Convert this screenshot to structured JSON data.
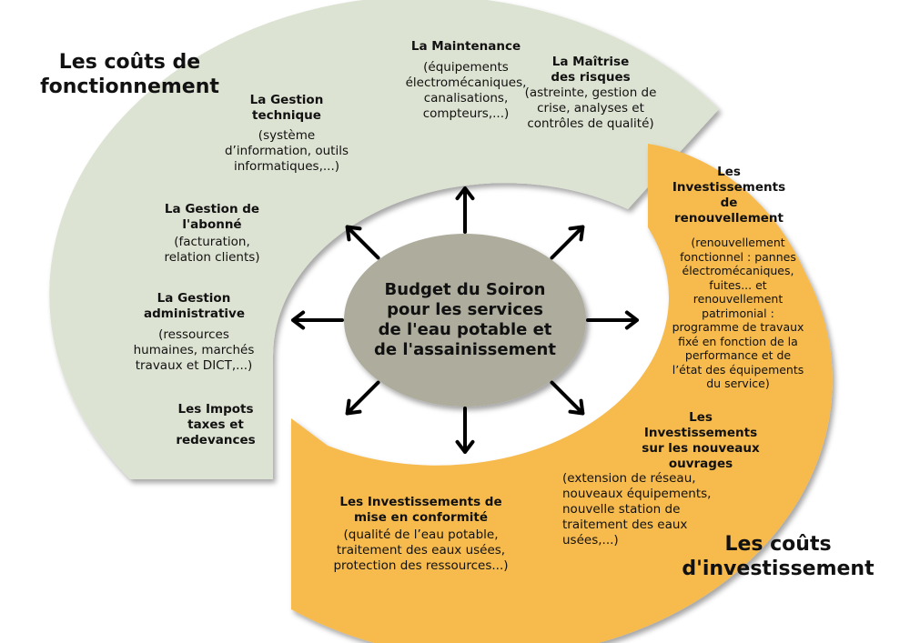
{
  "colors": {
    "fonctionnement_fill": "#dde3d2",
    "investissement_fill": "#f6ba4e",
    "center_fill": "#aeac9c",
    "arrow": "#000000"
  },
  "headings": {
    "fonctionnement": "Les coûts de fonctionnement",
    "investissement": "Les coûts d'investissement"
  },
  "center": {
    "label": "Budget du Soiron pour les services de l'eau potable et de l'assainissement"
  },
  "fonctionnement_items": [
    {
      "title": "La Maintenance",
      "detail": "(équipements électromécaniques, canalisations, compteurs,...)"
    },
    {
      "title": "La Maîtrise des risques",
      "detail": "(astreinte, gestion de crise, analyses et contrôles de qualité)"
    },
    {
      "title": "La Gestion technique",
      "detail": "(système d’information, outils informatiques,...)"
    },
    {
      "title": "La Gestion de l'abonné",
      "detail": "(facturation, relation clients)"
    },
    {
      "title": "La Gestion administrative",
      "detail": "(ressources humaines, marchés travaux et DICT,...)"
    },
    {
      "title": "Les Impots taxes et redevances",
      "detail": ""
    }
  ],
  "investissement_items": [
    {
      "title": "Les Investissements de renouvellement",
      "detail": "(renouvellement fonctionnel : pannes électromécaniques, fuites... et renouvellement patrimonial : programme de travaux fixé en fonction de la performance et de l’état des équipements du service)"
    },
    {
      "title": "Les Investissements sur les nouveaux ouvrages",
      "detail": "(extension de réseau, nouveaux équipements, nouvelle station de traitement des eaux usées,...)"
    },
    {
      "title": "Les Investissements de mise en conformité",
      "detail": "(qualité de l’eau potable, traitement des eaux usées, protection des ressources...)"
    }
  ]
}
